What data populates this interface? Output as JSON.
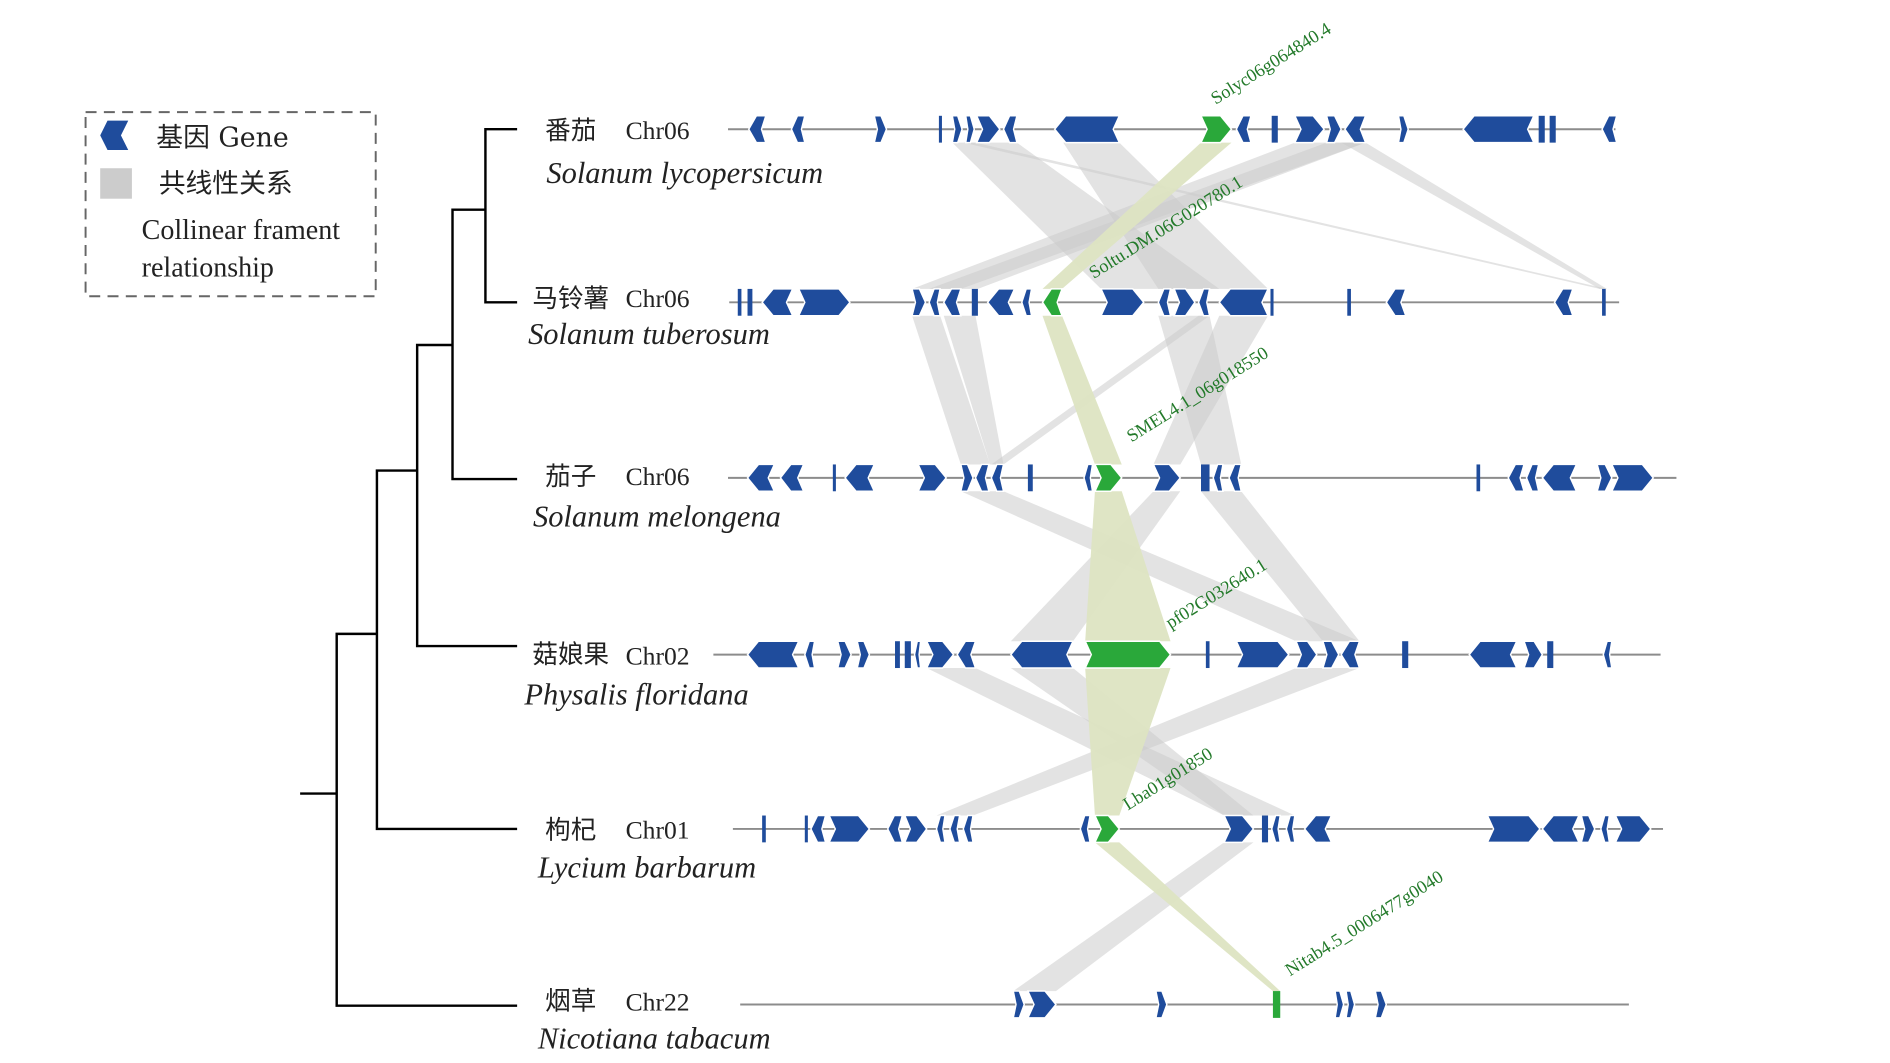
{
  "legend": {
    "items": [
      {
        "icon": "gene-arrow-icon",
        "label": "基因 Gene"
      },
      {
        "icon": "gray-square-icon",
        "label": "共线性关系"
      }
    ],
    "note_line1": "Collinear frament",
    "note_line2": "relationship"
  },
  "species": [
    {
      "cn": "番茄",
      "chr": "Chr06",
      "latin": "Solanum lycopersicum",
      "gene": "Solyc06g064840.4"
    },
    {
      "cn": "马铃薯",
      "chr": "Chr06",
      "latin": "Solanum tuberosum",
      "gene": "Soltu.DM.06G020780.1"
    },
    {
      "cn": "茄子",
      "chr": "Chr06",
      "latin": "Solanum melongena",
      "gene": "SMEL4.1_06g018550"
    },
    {
      "cn": "菇娘果",
      "chr": "Chr02",
      "latin": "Physalis floridana",
      "gene": "pf02G032640.1"
    },
    {
      "cn": "枸杞",
      "chr": "Chr01",
      "latin": "Lycium barbarum",
      "gene": "Lba01g01850"
    },
    {
      "cn": "烟草",
      "chr": "Chr22",
      "latin": "Nicotiana tabacum",
      "gene": "Nitab4.5_0006477g0040"
    }
  ],
  "colors": {
    "gene": "#1f4c9c",
    "highlight_gene": "#2aa83a",
    "synteny": "#cccccc",
    "highlight_synteny": "#dde4c2",
    "gene_label": "#237a2a",
    "chromosome": "#8c8c8c",
    "tree": "#000000",
    "legend_border": "#666666"
  }
}
